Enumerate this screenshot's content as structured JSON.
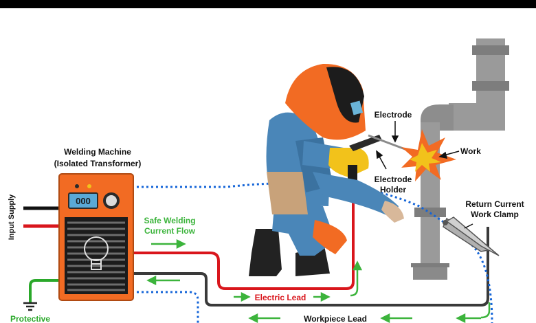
{
  "labels": {
    "machine_title": "Welding Machine",
    "machine_subtitle": "(Isolated Transformer)",
    "display_value": "000",
    "input_supply": "Input Supply",
    "protective": "Protective",
    "safe_flow_line1": "Safe Welding",
    "safe_flow_line2": "Current Flow",
    "electric_lead": "Electric Lead",
    "workpiece_lead": "Workpiece Lead",
    "electrode": "Electrode",
    "electrode_holder_line1": "Electrode",
    "electrode_holder_line2": "Holder",
    "work": "Work",
    "return_clamp_line1": "Return Current",
    "return_clamp_line2": "Work Clamp"
  },
  "colors": {
    "machine_body": "#f26b23",
    "electric_lead": "#d9161c",
    "workpiece_lead": "#3a3a3a",
    "current_flow_dotted": "#1565d8",
    "arrows": "#3cb43c",
    "pipe": "#9a9a9a",
    "worker_suit": "#4a86b8",
    "worker_orange": "#f26b23",
    "glove": "#f2c21b"
  },
  "icons": [
    "ground-icon",
    "lightbulb-icon",
    "spark-icon",
    "knob-icon"
  ]
}
